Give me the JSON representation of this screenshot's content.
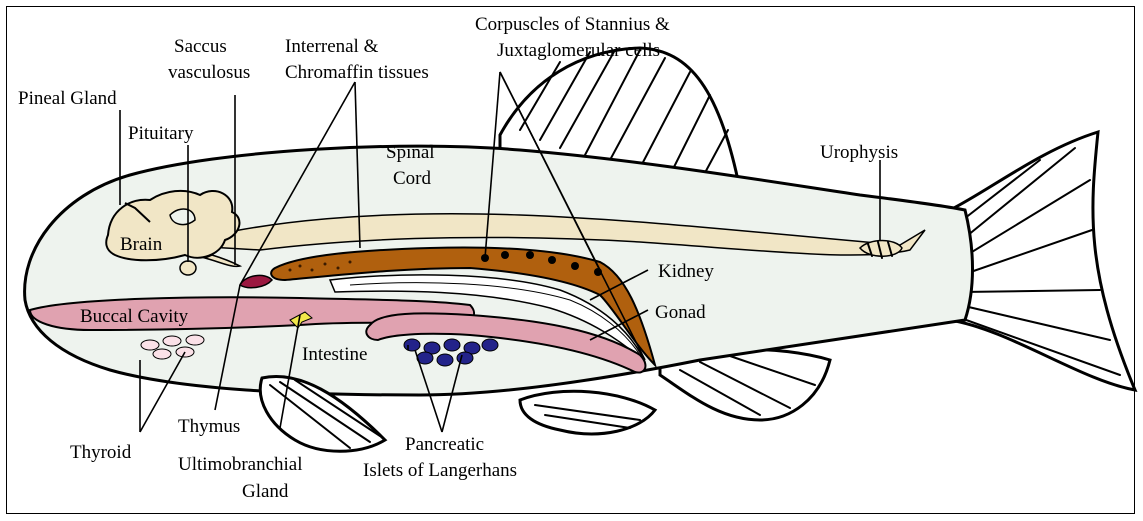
{
  "labels": {
    "corpuscles_line1": "Corpuscles of Stannius &",
    "corpuscles_line2": "Juxtaglomerular cells",
    "saccus_line1": "Saccus",
    "saccus_line2": "vasculosus",
    "interrenal_line1": "Interrenal &",
    "interrenal_line2": "Chromaffin tissues",
    "pineal": "Pineal Gland",
    "pituitary": "Pituitary",
    "spinal_line1": "Spinal",
    "spinal_line2": "Cord",
    "urophysis": "Urophysis",
    "brain": "Brain",
    "kidney": "Kidney",
    "buccal": "Buccal Cavity",
    "gonad": "Gonad",
    "intestine": "Intestine",
    "thymus": "Thymus",
    "thyroid": "Thyroid",
    "ultimo_line1": "Ultimobranchial",
    "ultimo_line2": "Gland",
    "pancreatic_line1": "Pancreatic",
    "pancreatic_line2": "Islets of Langerhans"
  },
  "colors": {
    "body": "#eef3ee",
    "brain": "#f1e6c6",
    "kidney": "#b0600e",
    "buccal": "#e0a2b0",
    "thymus": "#9b1840",
    "pancreas": "#23238a",
    "ultimobranchial": "#f2e84a",
    "thyroid": "#fbe1e8",
    "gonad": "#ffffff"
  }
}
